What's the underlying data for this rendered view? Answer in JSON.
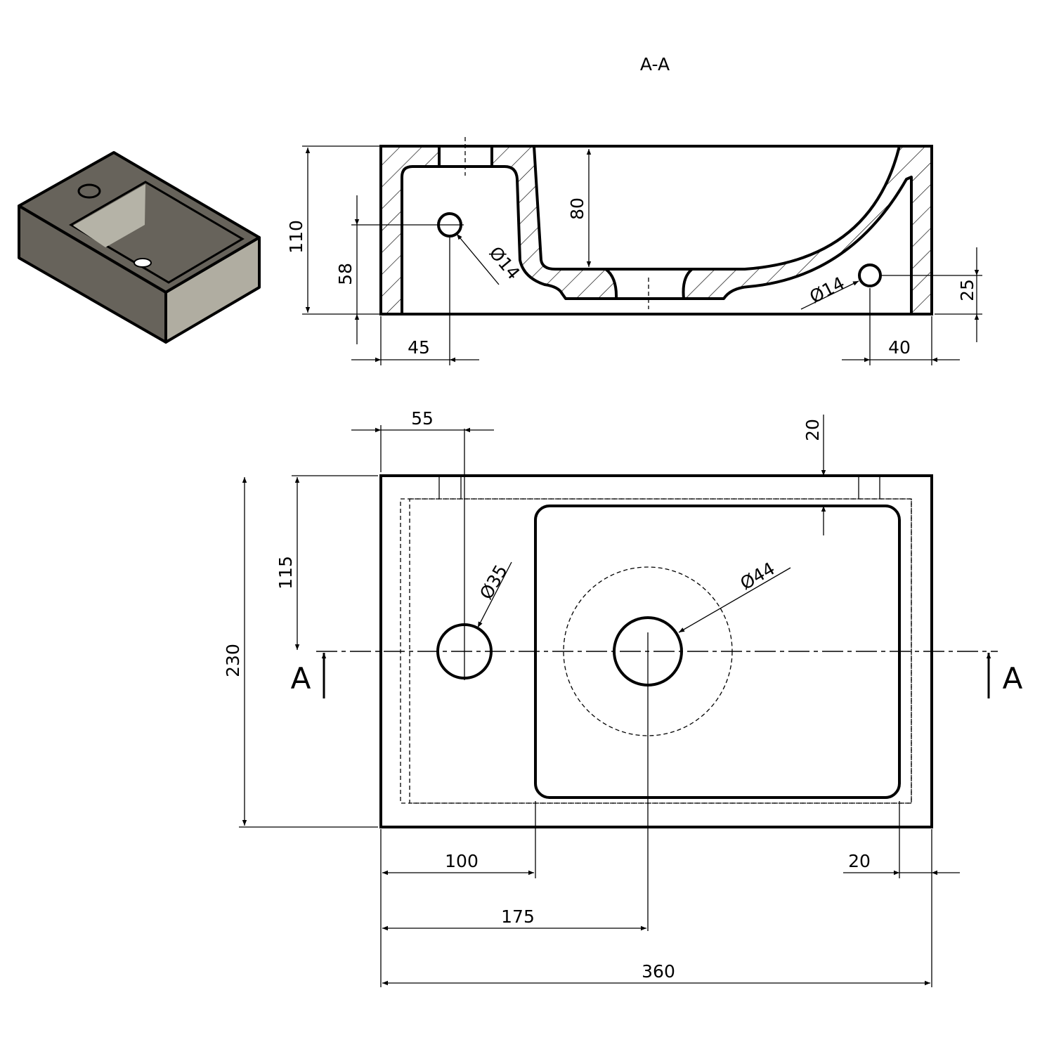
{
  "section_view": {
    "title": "A-A",
    "dims": {
      "height_total": "110",
      "tap_hole_height": "58",
      "tap_hole_offset": "45",
      "basin_depth": "80",
      "left_hole_dia": "Ø14",
      "right_hole_dia": "Ø14",
      "right_hole_height": "25",
      "right_hole_offset": "40"
    }
  },
  "plan_view": {
    "dims": {
      "slot_offset": "55",
      "rim_width_top": "20",
      "center_height": "115",
      "tap_hole_dia": "Ø35",
      "drain_dia": "Ø44",
      "depth_total": "230",
      "basin_left_offset": "100",
      "rim_width_right": "20",
      "drain_offset": "175",
      "width_total": "360"
    },
    "section_marker_left": "A",
    "section_marker_right": "A"
  },
  "colors": {
    "body_dark": "#67635b",
    "body_light": "#b0ada1",
    "line": "#000000"
  }
}
